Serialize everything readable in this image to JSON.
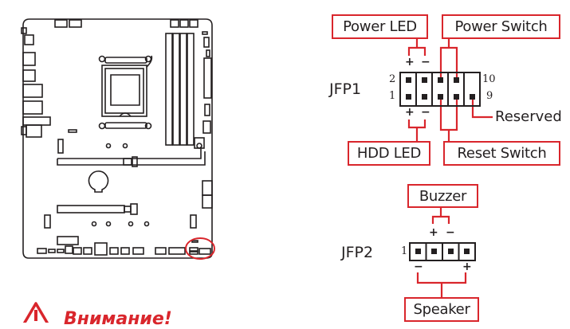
{
  "figure": {
    "type": "motherboard front panel connector pinout",
    "accent_color": "#d9262c",
    "line_color": "#231f20"
  },
  "board": {
    "highlight": "front-panel-headers-location"
  },
  "jfp1": {
    "title": "JFP1",
    "pin_labels": {
      "top_left": "2",
      "bottom_left": "1",
      "top_right": "10",
      "bottom_right": "9"
    },
    "labels": {
      "power_led": "Power LED",
      "power_switch": "Power Switch",
      "hdd_led": "HDD LED",
      "reset_switch": "Reset Switch",
      "reserved": "Reserved"
    },
    "signs": {
      "power_led_plus": "+",
      "power_led_minus": "−",
      "hdd_led_plus": "+",
      "hdd_led_minus": "−"
    }
  },
  "jfp2": {
    "title": "JFP2",
    "pin_label": "1",
    "labels": {
      "buzzer": "Buzzer",
      "speaker": "Speaker"
    },
    "signs": {
      "buzzer_plus": "+",
      "buzzer_minus": "−",
      "speaker_minus": "−",
      "speaker_plus": "+"
    }
  },
  "warning": {
    "icon": "warning-triangle-icon",
    "text": "Внимание!"
  }
}
